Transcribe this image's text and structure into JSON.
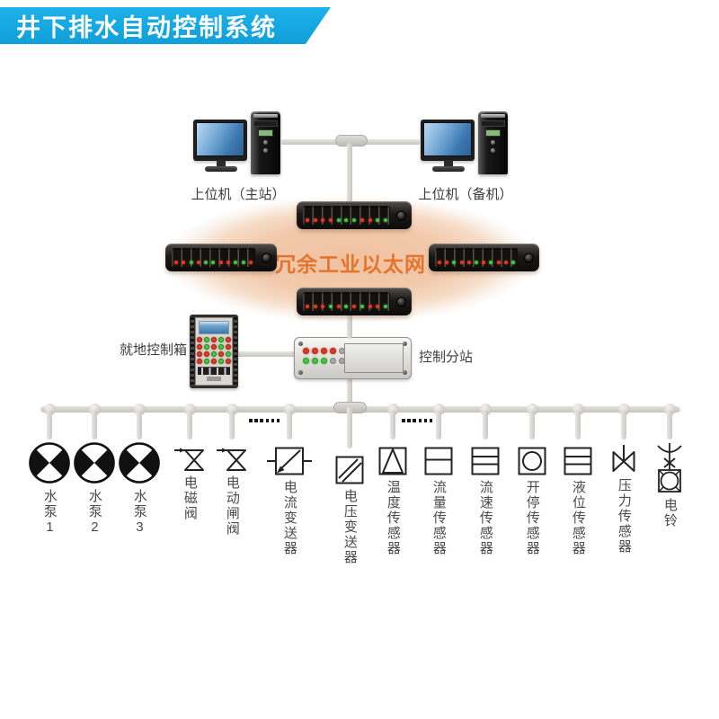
{
  "header": {
    "title": "井下排水自动控制系统",
    "bg_color": "#14a7df",
    "text_color": "#ffffff"
  },
  "computers": {
    "main_label": "上位机（主站）",
    "backup_label": "上位机（备机）"
  },
  "network": {
    "ethernet_label": "冗余工业以太网",
    "ethernet_text_color": "#e5752b",
    "switch_leds": {
      "top": [
        "R",
        "R",
        "R",
        "R",
        "G",
        "G",
        "G",
        "R",
        "R",
        "G",
        "G"
      ],
      "left": [
        "R",
        "R",
        "G",
        "R",
        "G",
        "G",
        "R",
        "R",
        "G",
        "G",
        "R"
      ],
      "right": [
        "R",
        "R",
        "G",
        "R",
        "R",
        "G",
        "R",
        "G",
        "R",
        "R",
        "G"
      ],
      "bottom": [
        "R",
        "R",
        "R",
        "G",
        "R",
        "G",
        "R",
        "G",
        "R",
        "R",
        "G"
      ]
    },
    "led_red": "#e03a25",
    "led_green": "#47c53d"
  },
  "control": {
    "local_box_label": "就地控制箱",
    "substation_label": "控制分站",
    "local_box_buttons": [
      [
        "R",
        "G",
        "R",
        "G",
        "R"
      ],
      [
        "R",
        "G",
        "R",
        "G",
        "R"
      ],
      [
        "R",
        "R",
        "G",
        "R",
        "G"
      ],
      [
        "R",
        "G",
        "R",
        "G",
        "R"
      ]
    ],
    "substation_leds": [
      [
        "R",
        "R",
        "R",
        "R",
        "O"
      ],
      [
        "G",
        "G",
        "G",
        "O",
        "O"
      ]
    ]
  },
  "bus": {
    "dots_left": "......",
    "dots_right": "......"
  },
  "branches": [
    {
      "label": "水泵1",
      "type": "pump"
    },
    {
      "label": "水泵2",
      "type": "pump"
    },
    {
      "label": "水泵3",
      "type": "pump"
    },
    {
      "label": "电磁阀",
      "type": "solenoid-valve"
    },
    {
      "label": "电动闸阀",
      "type": "electric-gate-valve"
    },
    {
      "label": "电流变送器",
      "type": "current-transmitter"
    },
    {
      "label": "电压变送器",
      "type": "voltage-transmitter"
    },
    {
      "label": "温度传感器",
      "type": "temperature-sensor"
    },
    {
      "label": "流量传感器",
      "type": "flow-sensor"
    },
    {
      "label": "流速传感器",
      "type": "flow-velocity-sensor"
    },
    {
      "label": "开停传感器",
      "type": "run-stop-sensor"
    },
    {
      "label": "液位传感器",
      "type": "liquid-level-sensor"
    },
    {
      "label": "压力传感器",
      "type": "pressure-sensor"
    },
    {
      "label": "电铃",
      "type": "electric-bell"
    }
  ]
}
